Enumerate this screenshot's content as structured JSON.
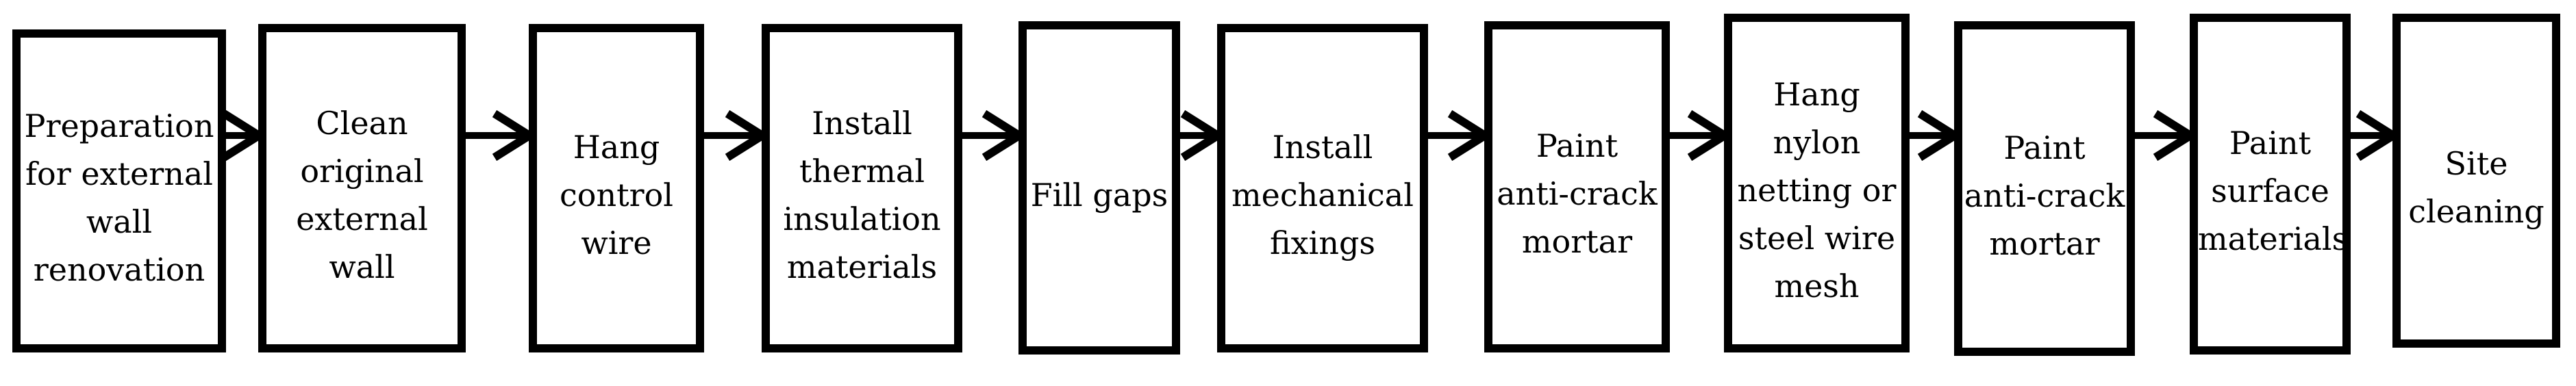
{
  "flowchart": {
    "direction": "left-to-right",
    "colors": {
      "box_border": "#000000",
      "box_fill": "#ffffff",
      "text": "#000000",
      "arrow": "#000000"
    },
    "steps": [
      {
        "label": "Preparation\nfor external\nwall\nrenovation"
      },
      {
        "label": "Clean\noriginal\nexternal\nwall"
      },
      {
        "label": "Hang\ncontrol\nwire"
      },
      {
        "label": "Install\nthermal\ninsulation\nmaterials"
      },
      {
        "label": "Fill gaps"
      },
      {
        "label": "Install\nmechanical\nfixings"
      },
      {
        "label": "Paint\nanti-crack\nmortar"
      },
      {
        "label": "Hang\nnylon\nnetting or\nsteel wire\nmesh"
      },
      {
        "label": "Paint\nanti-crack\nmortar"
      },
      {
        "label": "Paint\nsurface\nmaterials"
      },
      {
        "label": "Site\ncleaning"
      }
    ]
  }
}
